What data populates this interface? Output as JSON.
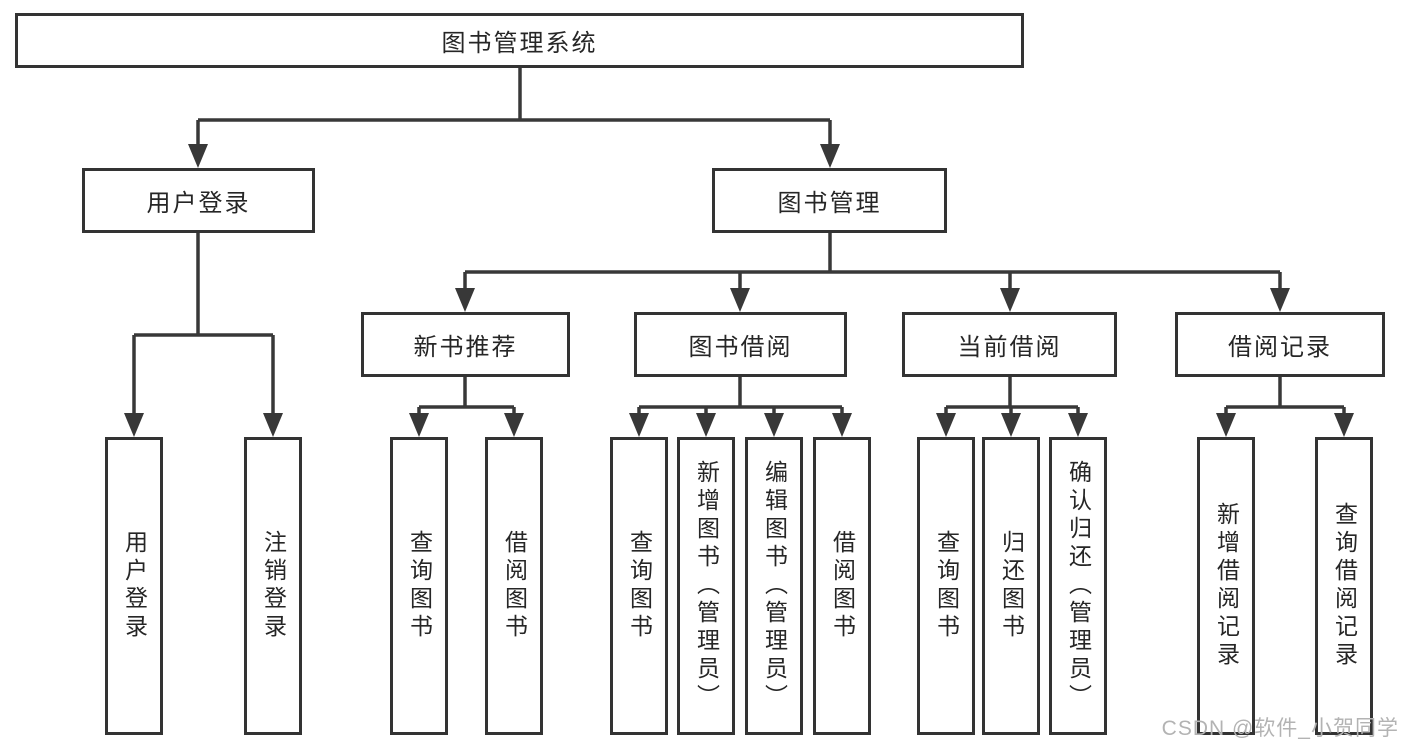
{
  "diagram": {
    "type": "hierarchy-tree",
    "tree": {
      "label": "图书管理系统",
      "children": [
        {
          "label": "用户登录",
          "children": [
            {
              "label": "用户登录"
            },
            {
              "label": "注销登录"
            }
          ]
        },
        {
          "label": "图书管理",
          "children": [
            {
              "label": "新书推荐",
              "children": [
                {
                  "label": "查询图书"
                },
                {
                  "label": "借阅图书"
                }
              ]
            },
            {
              "label": "图书借阅",
              "children": [
                {
                  "label": "查询图书"
                },
                {
                  "label": "新增图书（管理员）"
                },
                {
                  "label": "编辑图书（管理员）"
                },
                {
                  "label": "借阅图书"
                }
              ]
            },
            {
              "label": "当前借阅",
              "children": [
                {
                  "label": "查询图书"
                },
                {
                  "label": "归还图书"
                },
                {
                  "label": "确认归还（管理员）"
                }
              ]
            },
            {
              "label": "借阅记录",
              "children": [
                {
                  "label": "新增借阅记录"
                },
                {
                  "label": "查询借阅记录"
                }
              ]
            }
          ]
        }
      ]
    }
  },
  "watermark": "CSDN @软件_小贺同学",
  "colors": {
    "box_border": "#333333",
    "connector_line": "#383838",
    "text": "#262626",
    "watermark_text": "#b3b3b3",
    "background": "#ffffff"
  }
}
